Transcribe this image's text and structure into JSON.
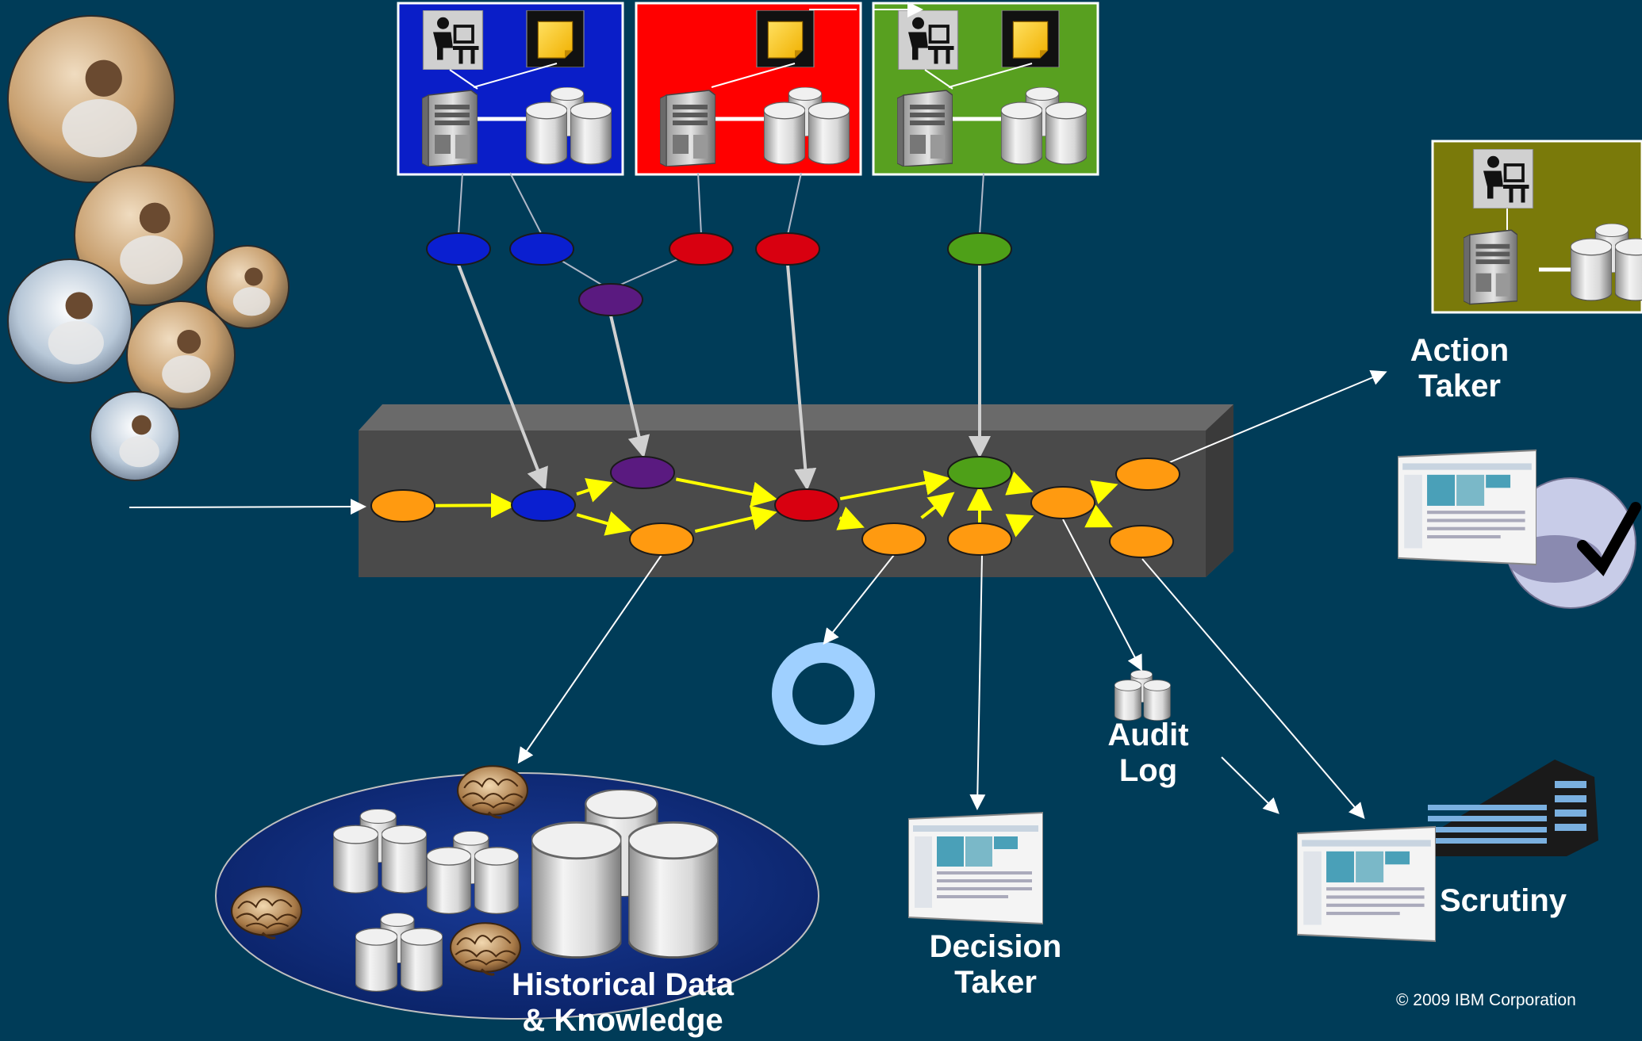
{
  "colors": {
    "background": "#003c58",
    "bus": "#4a4a4a",
    "event_orange": "#ff9a10",
    "event_blue": "#0a1fd0",
    "event_red": "#d80010",
    "event_purple": "#5a1a80",
    "event_green": "#4ea018",
    "flow_arrow": "#ffff00",
    "source_blue": "#0a1ec8",
    "source_red": "#ff0000",
    "source_green": "#58a020",
    "action_box": "#7a7a0a",
    "knowledge_pool": "#0a2a78"
  },
  "labels": {
    "action_taker": "Action\nTaker",
    "audit_log": "Audit\nLog",
    "decision_taker": "Decision\nTaker",
    "scrutiny": "Scrutiny",
    "historical_data": "Historical Data\n& Knowledge",
    "copyright": "© 2009 IBM Corporation"
  },
  "icons": {
    "source_system": [
      "user-workstation-icon",
      "document-icon",
      "server-icon",
      "database-icon"
    ],
    "action_system": [
      "user-workstation-icon",
      "server-icon",
      "database-icon"
    ],
    "audit_log": "database-icon",
    "decision_taker": "application-window-icon",
    "scrutiny": [
      "application-window-icon",
      "office-building-icon"
    ],
    "action_monitor": [
      "application-window-icon",
      "checkmark-icon"
    ],
    "knowledge": [
      "brain-icon",
      "database-icon"
    ],
    "outcome": "ring-icon",
    "people": "people-photo-collage"
  }
}
